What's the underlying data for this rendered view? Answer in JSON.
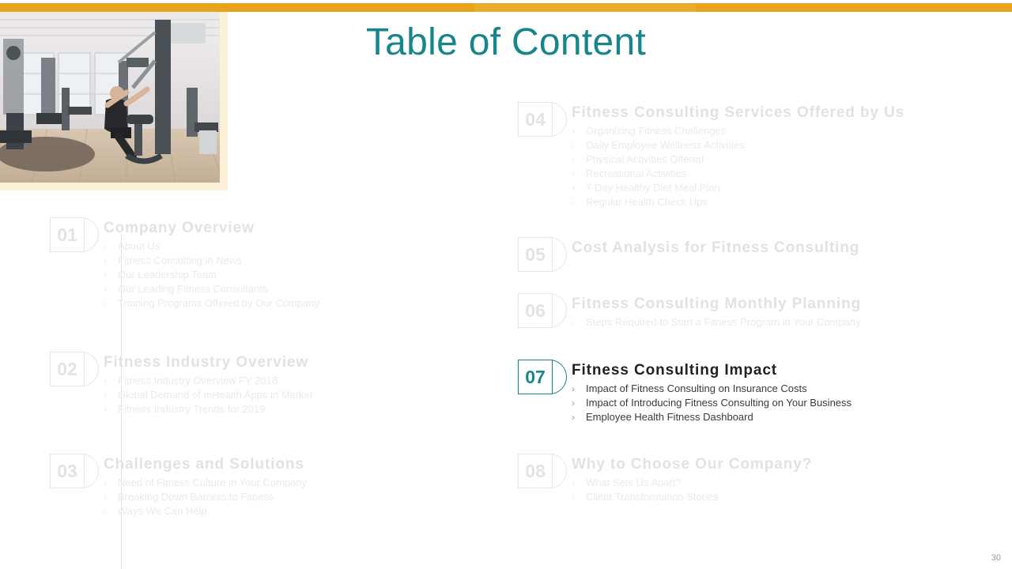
{
  "slide": {
    "title": "Table of Content",
    "page_number": "30",
    "accent_color": "#e8a51c",
    "title_color": "#17868b",
    "active_color": "#17868b",
    "muted_color": "#e2e2e4"
  },
  "hero": {
    "alt": "gym-interior-photo",
    "frame_color": "#fbf0d8"
  },
  "bullet_glyph": "›",
  "left_column": [
    {
      "number": "01",
      "title": "Company Overview",
      "active": false,
      "items": [
        "About Us",
        "Fitness Consulting in News",
        "Our Leadership Team",
        "Our Leading Fitness Consultants",
        "Training Programs Offered by Our Company"
      ]
    },
    {
      "number": "02",
      "title": "Fitness Industry Overview",
      "active": false,
      "items": [
        "Fitness Industry Overview FY 2018",
        "Global Demand of mHealth Apps in Market",
        "Fitness Industry Trends for 2019"
      ]
    },
    {
      "number": "03",
      "title": "Challenges and Solutions",
      "active": false,
      "items": [
        "Need of Fitness Culture in Your Company",
        "Breaking Down Barriers to Fitness",
        "Ways We Can Help"
      ]
    }
  ],
  "right_column": [
    {
      "number": "04",
      "title": "Fitness Consulting  Services Offered by Us",
      "active": false,
      "items": [
        "Organizing Fitness Challenges",
        "Daily Employee Wellness Activities",
        "Physical Activities Offered",
        "Recreational Activities",
        "7 Day Healthy Diet Meal Plan",
        "Regular Health Check Ups"
      ]
    },
    {
      "number": "05",
      "title": "Cost Analysis for Fitness Consulting",
      "active": false,
      "items": []
    },
    {
      "number": "06",
      "title": "Fitness Consulting  Monthly Planning",
      "active": false,
      "items": [
        "Steps Required to Start a Fitness Program in Your Company"
      ]
    },
    {
      "number": "07",
      "title": "Fitness Consulting  Impact",
      "active": true,
      "items": [
        "Impact of Fitness Consulting on Insurance Costs",
        "Impact of Introducing Fitness Consulting on Your Business",
        "Employee Health Fitness Dashboard"
      ]
    },
    {
      "number": "08",
      "title": "Why to Choose Our Company?",
      "active": false,
      "items": [
        "What Sets Us Apart?",
        "Client Transformation Stories"
      ]
    }
  ]
}
